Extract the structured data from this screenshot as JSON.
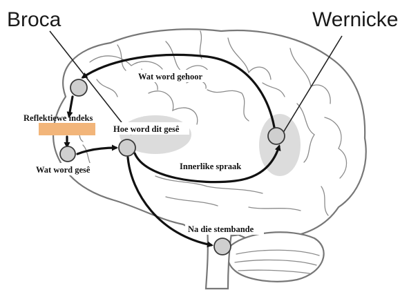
{
  "regions": {
    "broca": "Broca",
    "wernicke": "Wernicke"
  },
  "nodes": {
    "wat_word_gehoor": "Wat word gehoor",
    "reflektiewe_indeks": "Reflektiewe indeks",
    "hoe_word_dit_gese": "Hoe word dit gesê",
    "wat_word_gese": "Wat word gesê",
    "innerlike_spraak": "Innerlike spraak",
    "na_die_stembande": "Na die stembande"
  },
  "colors": {
    "highlight_bar": "#f2b57a",
    "node_fill": "#cfcfcf",
    "region_shade": "#d6d6d6"
  }
}
